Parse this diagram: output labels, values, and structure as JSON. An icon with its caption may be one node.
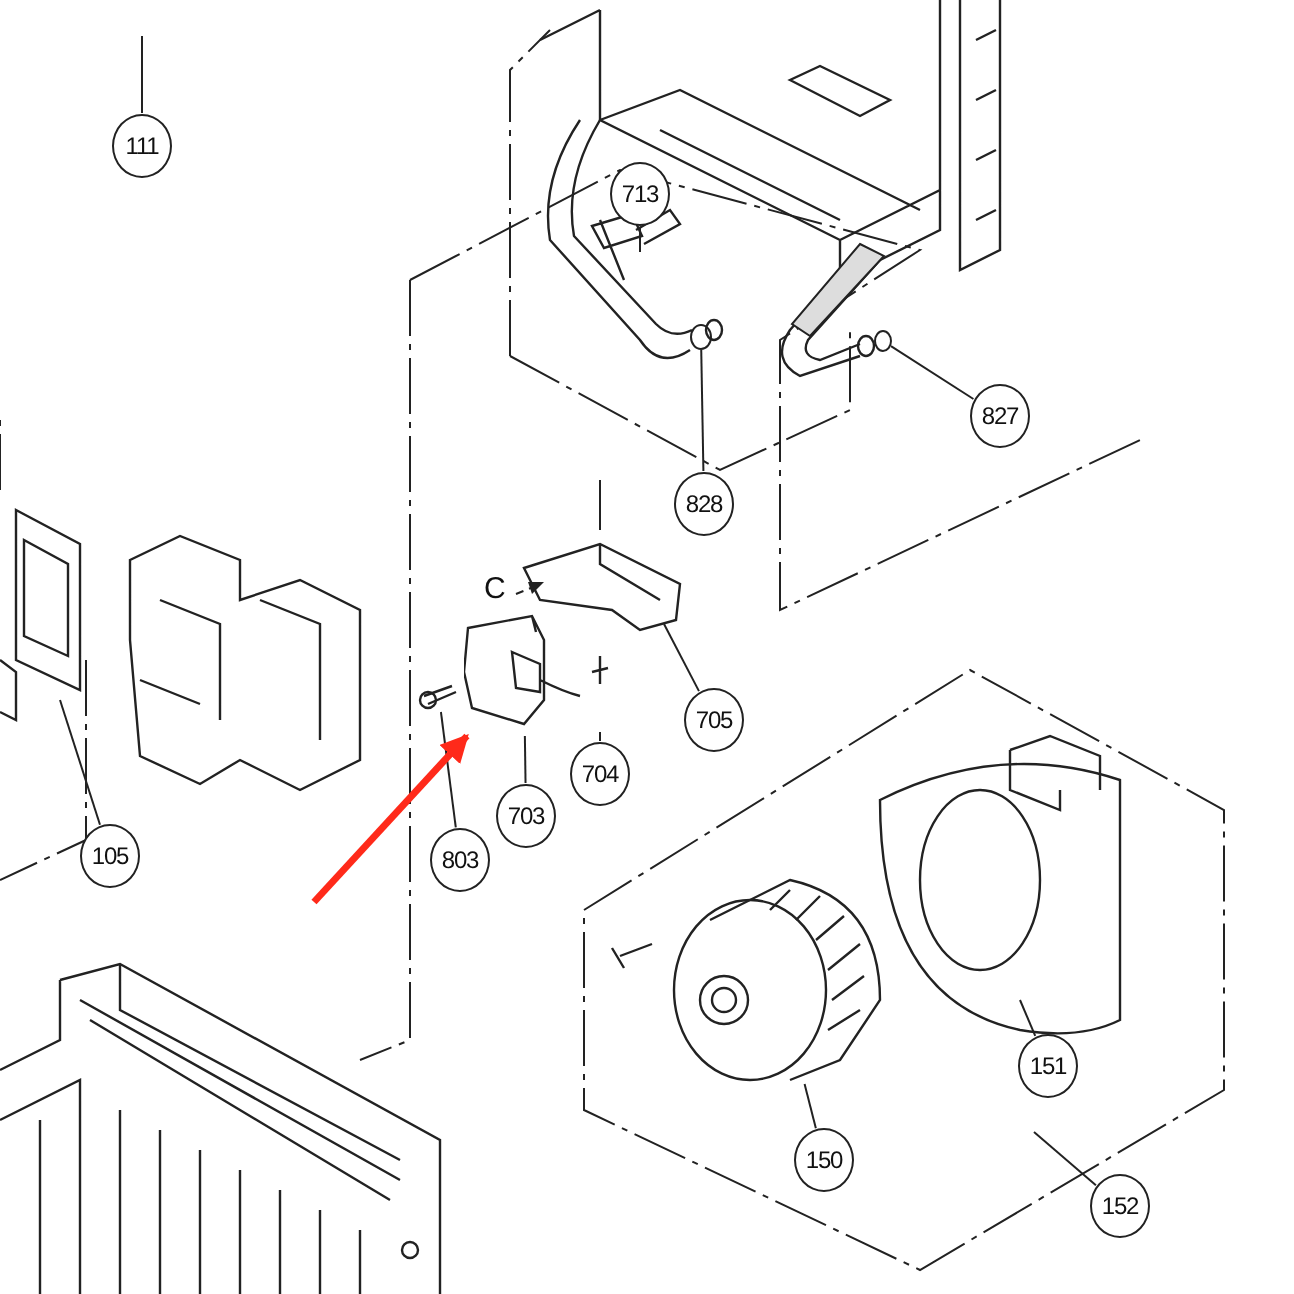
{
  "diagram": {
    "nodes": [
      {
        "text": [
          "111"
        ]
      },
      {
        "text": [
          "713"
        ]
      },
      {
        "text": [
          "827"
        ]
      },
      {
        "text": [
          "828"
        ]
      },
      {
        "text": [],
        "shape": "picture"
      },
      {
        "text": [
          "705"
        ]
      },
      {
        "text": [
          "704"
        ]
      },
      {
        "text": [
          "803"
        ]
      },
      {
        "text": [
          "703"
        ]
      },
      {
        "text": [
          "105"
        ]
      },
      {
        "text": [
          "151"
        ]
      },
      {
        "text": [
          "150"
        ]
      },
      {
        "text": [
          "152"
        ]
      },
      {
        "text": [],
        "shape": "circle"
      },
      {
        "text": [],
        "shape": "circle"
      },
      {
        "text": [],
        "shape": "picture"
      },
      {
        "text": [],
        "shape": "picture"
      }
    ],
    "edges": [
      {
        "from": 0,
        "to": null,
        "arrow": "none"
      },
      {
        "from": 1,
        "to": null,
        "arrow": "none"
      },
      {
        "from": 2,
        "to": 14,
        "arrow": "none"
      },
      {
        "from": 3,
        "to": 13,
        "arrow": "none"
      },
      {
        "from": 5,
        "to": null,
        "arrow": "none"
      },
      {
        "from": 6,
        "to": null,
        "arrow": "none"
      },
      {
        "from": 7,
        "to": 15,
        "arrow": "none"
      },
      {
        "from": 8,
        "to": 4,
        "arrow": "none"
      },
      {
        "from": 9,
        "to": null,
        "arrow": "none"
      },
      {
        "from": 10,
        "to": null,
        "arrow": "none"
      },
      {
        "from": 11,
        "to": 16,
        "arrow": "none"
      },
      {
        "from": 12,
        "to": null,
        "arrow": "none"
      },
      {
        "from": null,
        "to": 4,
        "arrow": "to",
        "style": "thick",
        "color": "#ff2a1a"
      }
    ],
    "labels": [
      "C"
    ]
  }
}
